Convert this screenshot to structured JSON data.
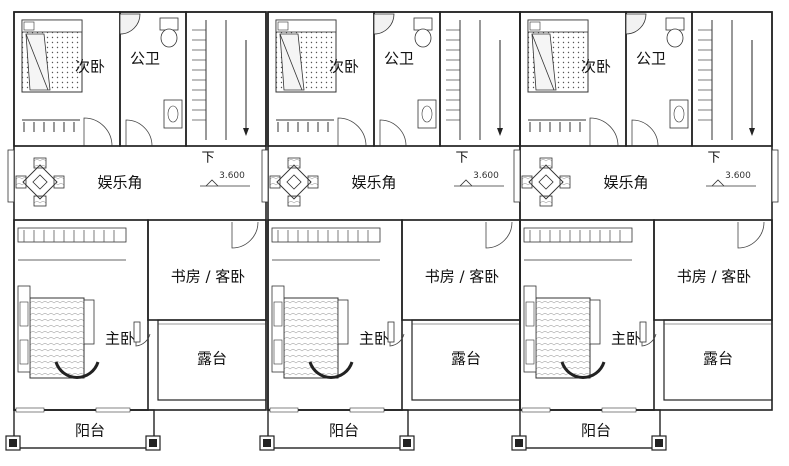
{
  "units": [
    {
      "id": "left",
      "rooms": {
        "secondary_bedroom": "次卧",
        "public_bathroom": "公卫",
        "stair_down": "下",
        "entertainment_corner": "娱乐角",
        "elevation_mark": "3.600",
        "study_guest_room": "书房 / 客卧",
        "master_bedroom": "主卧",
        "terrace": "露台",
        "balcony": "阳台"
      }
    },
    {
      "id": "middle",
      "rooms": {
        "secondary_bedroom": "次卧",
        "public_bathroom": "公卫",
        "stair_down": "下",
        "entertainment_corner": "娱乐角",
        "elevation_mark": "3.600",
        "study_guest_room": "书房 / 客卧",
        "master_bedroom": "主卧",
        "terrace": "露台",
        "balcony": "阳台"
      }
    },
    {
      "id": "right",
      "rooms": {
        "secondary_bedroom": "次卧",
        "public_bathroom": "公卫",
        "stair_down": "下",
        "entertainment_corner": "娱乐角",
        "elevation_mark": "3.600",
        "study_guest_room": "书房 / 客卧",
        "master_bedroom": "主卧",
        "terrace": "露台",
        "balcony": "阳台"
      }
    }
  ],
  "colors": {
    "wall": "#222222",
    "fixture": "#444444",
    "fill": "#e8e8e8",
    "background": "#ffffff"
  }
}
